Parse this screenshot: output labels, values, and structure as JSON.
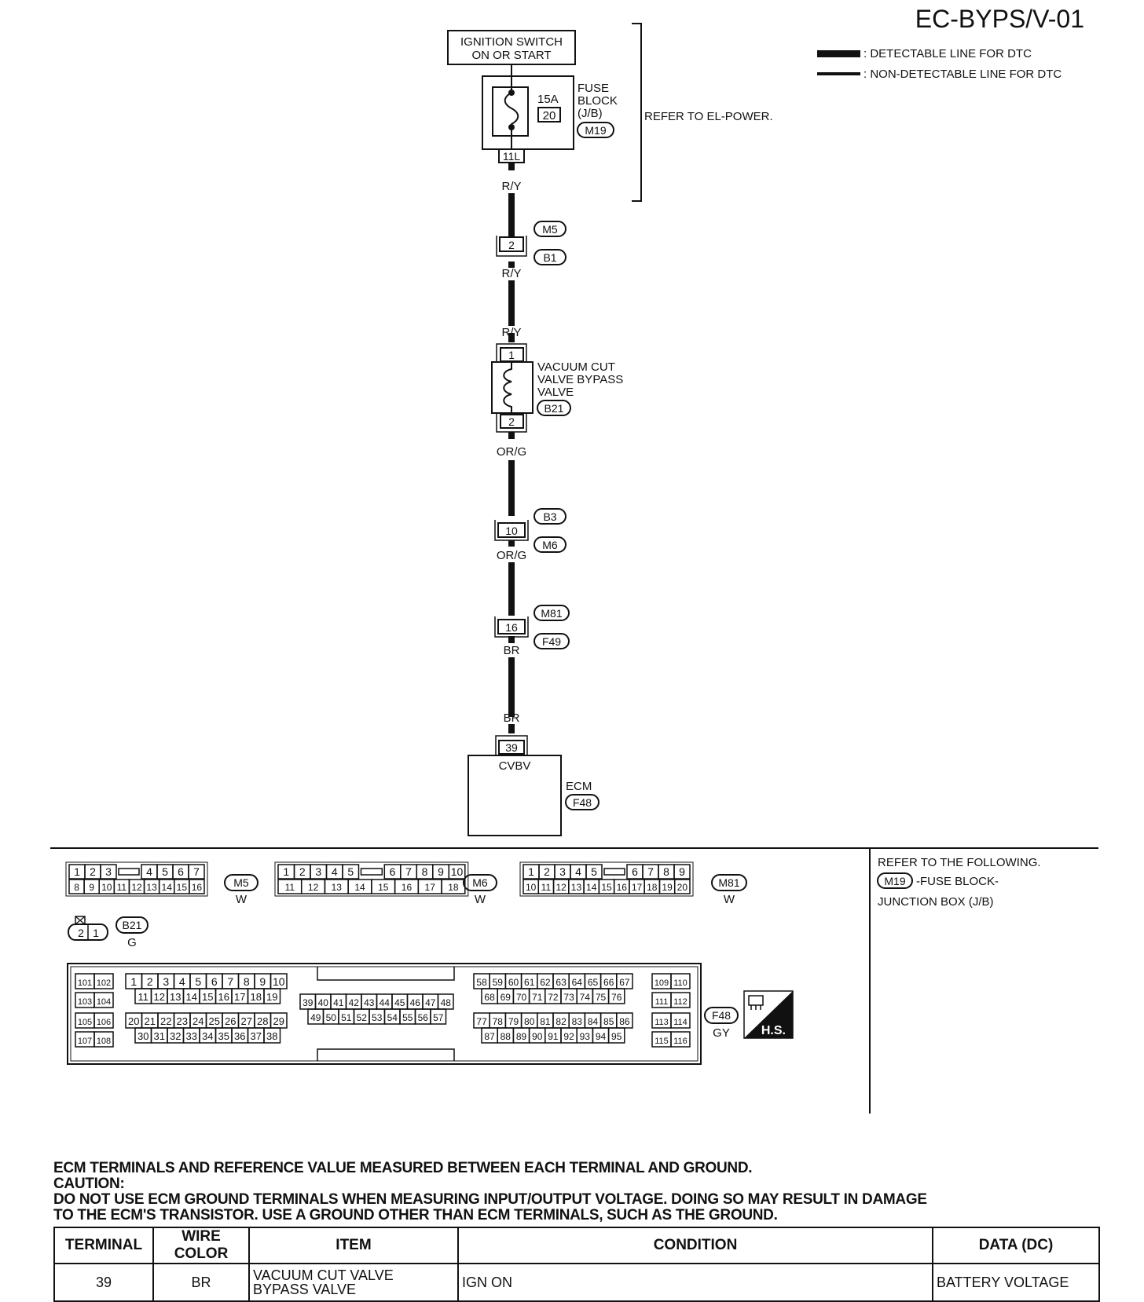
{
  "header": {
    "code": "EC-BYPS/V-01",
    "legend": [
      {
        "label": ": DETECTABLE LINE FOR DTC"
      },
      {
        "label": ": NON-DETECTABLE LINE FOR DTC"
      }
    ]
  },
  "power": {
    "ignition_line1": "IGNITION SWITCH",
    "ignition_line2": "ON OR START",
    "fuse_rating": "15A",
    "fuse_number": "20",
    "fuse_block_line1": "FUSE",
    "fuse_block_line2": "BLOCK",
    "fuse_block_line3": "(J/B)",
    "fuse_block_conn": "M19",
    "fuse_terminal": "11L",
    "refer": "REFER TO EL-POWER."
  },
  "circuit": {
    "wire1": "R/Y",
    "joint1": {
      "terminal": "2",
      "conn_top": "M5",
      "conn_bottom": "B1"
    },
    "wire2a": "R/Y",
    "wire2b": "R/Y",
    "valve": {
      "terminal_in": "1",
      "terminal_out": "2",
      "label1": "VACUUM CUT",
      "label2": "VALVE BYPASS",
      "label3": "VALVE",
      "conn": "B21"
    },
    "wire3": "OR/G",
    "joint2": {
      "terminal": "10",
      "conn_top": "B3",
      "conn_bottom": "M6"
    },
    "wire4": "OR/G",
    "joint3": {
      "terminal": "16",
      "conn_top": "M81",
      "conn_bottom": "F49"
    },
    "wire5a": "BR",
    "wire5b": "BR",
    "ecm": {
      "terminal": "39",
      "signal": "CVBV",
      "label": "ECM",
      "conn": "F48"
    }
  },
  "connectors": {
    "m5": {
      "id": "M5",
      "color": "W",
      "top": [
        "1",
        "2",
        "3",
        "",
        "4",
        "5",
        "6",
        "7"
      ],
      "bottom": [
        "8",
        "9",
        "10",
        "11",
        "12",
        "13",
        "14",
        "15",
        "16"
      ]
    },
    "m6": {
      "id": "M6",
      "color": "W",
      "top": [
        "1",
        "2",
        "3",
        "4",
        "5",
        "",
        "6",
        "7",
        "8",
        "9",
        "10"
      ],
      "bottom": [
        "11",
        "12",
        "13",
        "14",
        "15",
        "16",
        "17",
        "18"
      ]
    },
    "m81": {
      "id": "M81",
      "color": "W",
      "top": [
        "1",
        "2",
        "3",
        "4",
        "5",
        "",
        "6",
        "7",
        "8",
        "9"
      ],
      "bottom": [
        "10",
        "11",
        "12",
        "13",
        "14",
        "15",
        "16",
        "17",
        "18",
        "19",
        "20"
      ]
    },
    "b21": {
      "id": "B21",
      "color": "G",
      "pins": [
        "2",
        "1"
      ]
    },
    "f48": {
      "id": "F48",
      "color": "GY",
      "hs": "H.S.",
      "left_pairs": [
        [
          "101",
          "102"
        ],
        [
          "103",
          "104"
        ],
        [
          "105",
          "106"
        ],
        [
          "107",
          "108"
        ]
      ],
      "a_row1": [
        "1",
        "2",
        "3",
        "4",
        "5",
        "6",
        "7",
        "8",
        "9",
        "10"
      ],
      "a_row2": [
        "11",
        "12",
        "13",
        "14",
        "15",
        "16",
        "17",
        "18",
        "19"
      ],
      "a_row3": [
        "20",
        "21",
        "22",
        "23",
        "24",
        "25",
        "26",
        "27",
        "28",
        "29"
      ],
      "a_row4": [
        "30",
        "31",
        "32",
        "33",
        "34",
        "35",
        "36",
        "37",
        "38"
      ],
      "b_row1": [
        "39",
        "40",
        "41",
        "42",
        "43",
        "44",
        "45",
        "46",
        "47",
        "48"
      ],
      "b_row2": [
        "49",
        "50",
        "51",
        "52",
        "53",
        "54",
        "55",
        "56",
        "57"
      ],
      "c_row1": [
        "58",
        "59",
        "60",
        "61",
        "62",
        "63",
        "64",
        "65",
        "66",
        "67"
      ],
      "c_row2": [
        "68",
        "69",
        "70",
        "71",
        "72",
        "73",
        "74",
        "75",
        "76"
      ],
      "c_row3": [
        "77",
        "78",
        "79",
        "80",
        "81",
        "82",
        "83",
        "84",
        "85",
        "86"
      ],
      "c_row4": [
        "87",
        "88",
        "89",
        "90",
        "91",
        "92",
        "93",
        "94",
        "95"
      ],
      "right_pairs": [
        [
          "109",
          "110"
        ],
        [
          "111",
          "112"
        ],
        [
          "113",
          "114"
        ],
        [
          "115",
          "116"
        ]
      ]
    }
  },
  "refer_following": {
    "line1": "REFER TO THE FOLLOWING.",
    "conn": "M19",
    "line2": "-FUSE BLOCK-",
    "line3": "JUNCTION BOX (J/B)"
  },
  "notes": {
    "line1": "ECM TERMINALS AND REFERENCE VALUE MEASURED BETWEEN EACH TERMINAL AND GROUND.",
    "line2": "CAUTION:",
    "line3": "DO NOT USE ECM GROUND TERMINALS WHEN MEASURING INPUT/OUTPUT  VOLTAGE. DOING SO MAY RESULT IN DAMAGE",
    "line4": "TO THE ECM'S TRANSISTOR. USE A GROUND OTHER THAN ECM TERMINALS, SUCH AS THE  GROUND."
  },
  "table": {
    "headers": {
      "terminal": "TERMINAL",
      "wire_color": "WIRE COLOR",
      "item": "ITEM",
      "condition": "CONDITION",
      "data": "DATA (DC)"
    },
    "rows": [
      {
        "terminal": "39",
        "wire_color": "BR",
        "item_line1": "VACUUM CUT VALVE",
        "item_line2": "BYPASS VALVE",
        "condition": "IGN ON",
        "data": "BATTERY VOLTAGE"
      }
    ]
  }
}
